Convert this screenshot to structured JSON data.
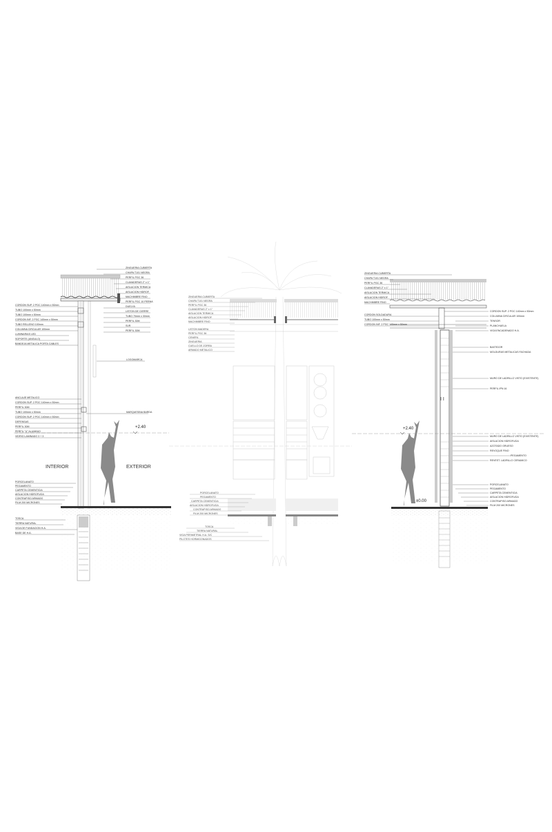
{
  "drawing": {
    "type": "architectural-wall-sections",
    "sections": [
      {
        "id": "left",
        "roof_labels": [
          "ZINGUERIA CUBIERTA",
          "CHAPA T101 NEGRA",
          "PERFIL PGC 36",
          "CLAVADERAS 2\" x 1\"",
          "AISLACION TERMICA",
          "AISLACION HIDROF.",
          "MACHIMBRE FINO",
          "PERFIL PGC 10 PERNA",
          "DUELYA",
          "LISTON DE CIERRE",
          "TUBO 70mm x 30mm",
          "PERFIL 30M",
          "SVR",
          "PERFIL 30M"
        ],
        "column_labels": [
          "CORDON SUP. 2 PGC 140mm x 50mm",
          "TUBO 100mm x 50mm",
          "TUBO 100mm x 50mm",
          "CORDON INF. 2 PGC 140mm x 50mm",
          "TUBO RELLENO 100mm",
          "COLUMNA CIRCULAR 100mm",
          "LUMINARIAS LED",
          "SOPORTE (ANGULO)",
          "BANDEJA METALICA PORTA CABLES"
        ],
        "right_labels": [
          "LOGOMARCA",
          "MARQUESINA BARDA"
        ],
        "mid_labels": [
          "ANCLAJE METALICO",
          "CORDON SUP. 2 PGC 140mm x 50mm",
          "PERFIL 30M",
          "TUBO 100mm x 50mm",
          "CORDON SUP. 2 PGC 140mm x 50mm",
          "DEFENSAS",
          "PERFIL 30M",
          "PERFIL \"U\" ALUMINIO",
          "VIDRIO LAMINADO 3 + 3"
        ],
        "floor_labels": [
          "PORCELANATO",
          "PEGAMENTO",
          "CARPETA CEMENTICIA",
          "AISLACION HIDROFUGA",
          "CONTRAPISO ARMADO",
          "FILM 200 MICRONES"
        ],
        "foundation_labels": [
          "TOSCA",
          "TIERRA NATURAL",
          "VIGA DE FUNDACION H.A.",
          "BASE DE H.A."
        ],
        "level": "+2.40",
        "zones": {
          "interior": "INTERIOR",
          "exterior": "EXTERIOR"
        }
      },
      {
        "id": "center",
        "roof_labels": [
          "ZINGUERIA CUBIERTA",
          "CHAPA T101 NEGRA",
          "PERFIL PGC 36",
          "CLAVADERAS 2\" x 1\"",
          "AISLACION TERMICA",
          "AISLACION HIDROF.",
          "MACHIMBRE FINO",
          "LISTON MADERA",
          "PERFIL PGC 36",
          "CENEFA",
          "ZINGUERIA",
          "CUELLO DE ZORRA",
          "ARMADO METALICO"
        ],
        "floor_labels": [
          "PORCELANATO",
          "PEGAMENTO",
          "CARPETA CEMENTICIA",
          "AISLACION HIDROFUGA",
          "CONTRAPISO ARMADO",
          "FILM 200 MICRONES"
        ],
        "foundation_labels": [
          "TOSCA",
          "TIERRA NATURAL",
          "VIGA PERIMETRAL H.A. S/C",
          "PILOTES HORMIGONADOS"
        ]
      },
      {
        "id": "right",
        "roof_labels": [
          "ZINGUERIA CUBIERTA",
          "CHAPA T101 NEGRA",
          "PERFIL PGC 36",
          "CLAVADERAS 2\" x 1\"",
          "AISLACION TERMICA",
          "AISLACION HIDROF.",
          "MACHIMBRE FINO"
        ],
        "left_labels": [
          "CORDON SOLDADURA",
          "TUBO 100mm x 50mm",
          "CORDON INF. 2 PGC 140mm x 50mm"
        ],
        "right_labels": [
          "CORDON SUP. 2 PGC 140mm x 50mm",
          "COLUMNA CIRCULAR 100mm",
          "TENSOR",
          "PLANCHUELA",
          "VIGA ENCADENADO H.A.",
          "BASTIDOR",
          "MOLDURAS METALICAS FACHADA",
          "MURO DE LADRILLO VISTO (EXISTENTE)",
          "PERFIL IPN 16"
        ],
        "wall_labels": [
          "MURO DE LADRILLO VISTO (EXISTENTE)",
          "AISLACION HIDROFUGA",
          "AZOTADO GRUESO",
          "REVOQUE FINO",
          "PEGAMENTO",
          "REVEST. LADRILLO CERAMICO"
        ],
        "floor_labels": [
          "PORCELANATO",
          "PEGAMENTO",
          "CARPETA CEMENTICIA",
          "AISLACION HIDROFUGA",
          "CONTRAPISO ARMADO",
          "FILM 200 MICRONES"
        ],
        "levels": [
          "+2.40",
          "±0.00"
        ]
      }
    ]
  }
}
